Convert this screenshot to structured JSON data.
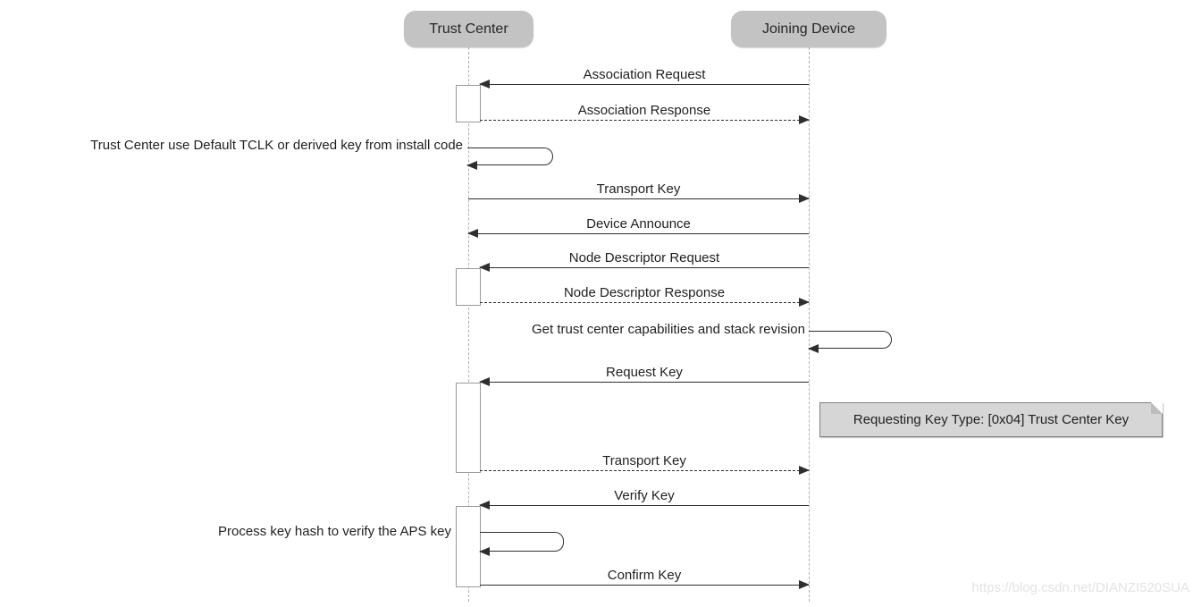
{
  "diagram": {
    "type": "uml-sequence",
    "participants": [
      {
        "id": "trust_center",
        "label": "Trust Center"
      },
      {
        "id": "joining_device",
        "label": "Joining Device"
      }
    ],
    "messages": [
      {
        "label": "Association Request",
        "from": "joining_device",
        "to": "trust_center",
        "line": "solid"
      },
      {
        "label": "Association Response",
        "from": "trust_center",
        "to": "joining_device",
        "line": "dashed"
      },
      {
        "label": "Trust Center use Default TCLK or derived key from install code",
        "self": "trust_center"
      },
      {
        "label": "Transport Key",
        "from": "trust_center",
        "to": "joining_device",
        "line": "solid"
      },
      {
        "label": "Device Announce",
        "from": "joining_device",
        "to": "trust_center",
        "line": "solid"
      },
      {
        "label": "Node Descriptor Request",
        "from": "joining_device",
        "to": "trust_center",
        "line": "solid"
      },
      {
        "label": "Node Descriptor Response",
        "from": "trust_center",
        "to": "joining_device",
        "line": "dashed"
      },
      {
        "label": "Get trust center capabilities and stack revision",
        "self": "joining_device"
      },
      {
        "label": "Request Key",
        "from": "joining_device",
        "to": "trust_center",
        "line": "solid"
      },
      {
        "label": "Transport Key",
        "from": "trust_center",
        "to": "joining_device",
        "line": "dashed"
      },
      {
        "label": "Verify Key",
        "from": "joining_device",
        "to": "trust_center",
        "line": "solid"
      },
      {
        "label": "Process key hash to verify the APS key",
        "self": "trust_center"
      },
      {
        "label": "Confirm Key",
        "from": "trust_center",
        "to": "joining_device",
        "line": "solid"
      }
    ],
    "note": {
      "label": "Requesting Key Type: [0x04] Trust Center Key",
      "attached_to": "joining_device"
    }
  },
  "watermark": {
    "text": "https://blog.csdn.net/DIANZI520SUA"
  },
  "colors": {
    "participant_fill": "#c3c3c3",
    "note_fill": "#d6d6d6",
    "line_color": "#2e2e2e",
    "lifeline_color": "#b0b0b0",
    "watermark_color": "#e3e3e3"
  }
}
